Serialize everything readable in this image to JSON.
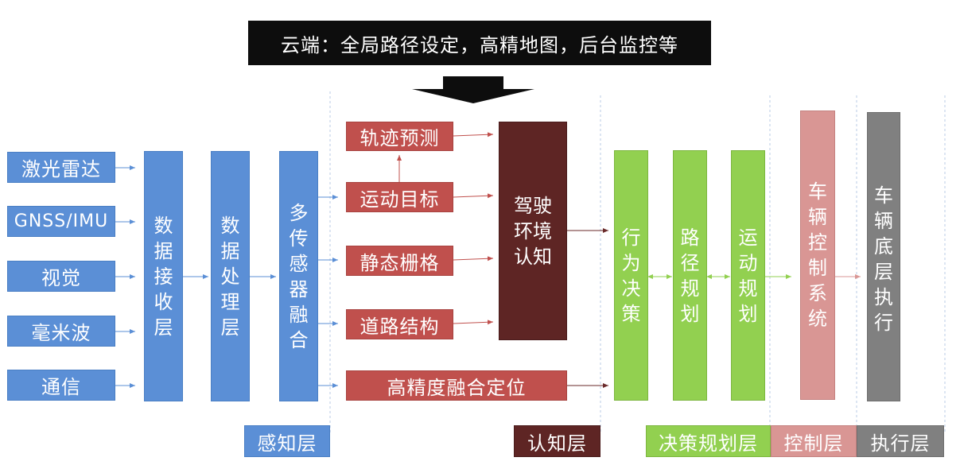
{
  "cloud": {
    "label": "云端：全局路径设定，高精地图，后台监控等"
  },
  "sensors": [
    "激光雷达",
    "GNSS/IMU",
    "视觉",
    "毫米波",
    "通信"
  ],
  "perception": {
    "receive": "数据接收层",
    "process": "数据处理层",
    "fusion": "多传感器融合"
  },
  "cognition_items": {
    "trajectory": "轨迹预测",
    "target": "运动目标",
    "static": "静态栅格",
    "road": "道路结构",
    "localization": "高精度融合定位"
  },
  "cognition_core": "驾驶环境认知",
  "decision": {
    "behavior": "行为决策",
    "path": "路径规划",
    "motion": "运动规划"
  },
  "control": "车辆控制系统",
  "execution": "车辆底层执行",
  "layers": {
    "perception": "感知层",
    "cognition": "认知层",
    "decision": "决策规划层",
    "control": "控制层",
    "execution": "执行层"
  },
  "colors": {
    "blue": "#5b8fd6",
    "red": "#c0504d",
    "dark": "#5e2524",
    "green": "#92d050",
    "pink": "#d99694",
    "gray": "#808080"
  }
}
